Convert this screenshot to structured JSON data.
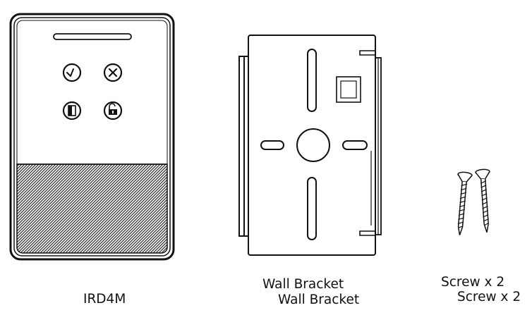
{
  "labels": {
    "device": "IRD4M",
    "bracket_line1": "Wall Bracket",
    "bracket_line2": "Wall Bracket",
    "screw_line1": "Screw x 2",
    "screw_line2": "Screw x 2"
  },
  "icons": {
    "keys": [
      "check-icon",
      "close-icon",
      "door-icon",
      "unlock-icon"
    ]
  },
  "colors": {
    "ink": "#111111",
    "paper": "#ffffff",
    "hatch": "#2a2a2a"
  }
}
